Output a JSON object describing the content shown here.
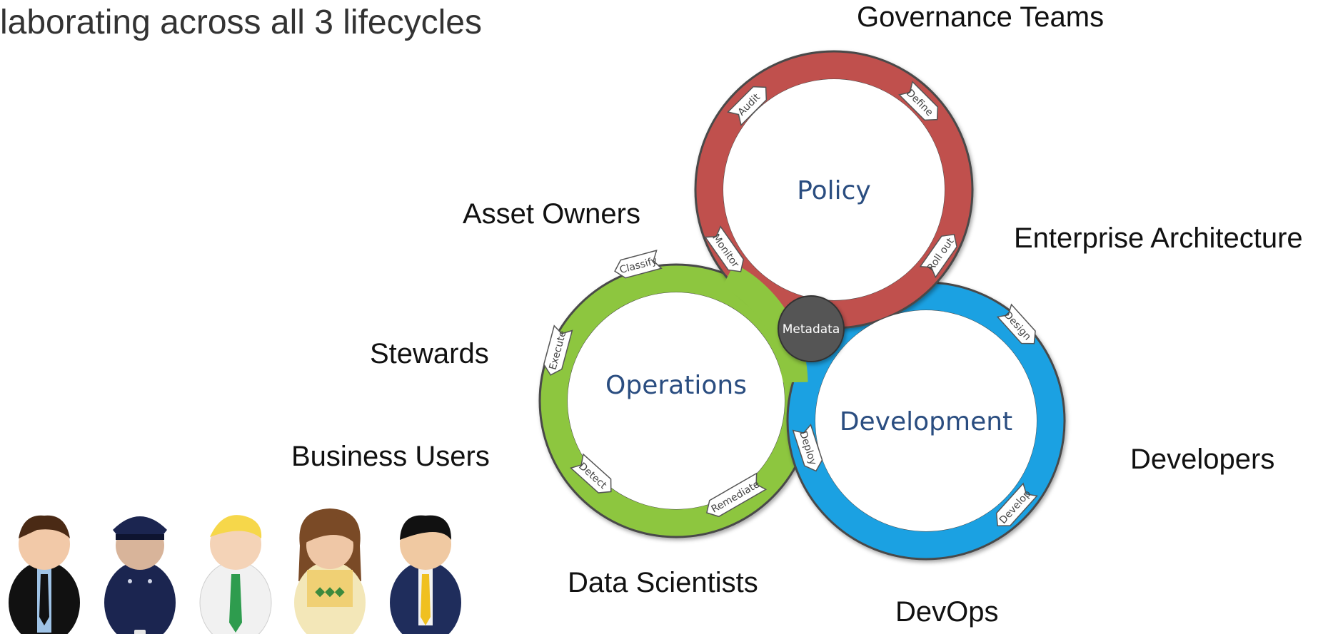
{
  "title": "laborating across all 3 lifecycles",
  "roles": {
    "governance_teams": "Governance Teams",
    "asset_owners": "Asset Owners",
    "enterprise_architecture": "Enterprise Architecture",
    "stewards": "Stewards",
    "business_users": "Business Users",
    "developers": "Developers",
    "data_scientists": "Data Scientists",
    "devops": "DevOps"
  },
  "cycles": {
    "policy": {
      "label": "Policy",
      "color": "#c0504d",
      "arrows": [
        "Audit",
        "Define",
        "Roll out",
        "Monitor"
      ]
    },
    "operations": {
      "label": "Operations",
      "color": "#8dc63f",
      "arrows": [
        "Classify",
        "Execute",
        "Detect",
        "Remediate"
      ]
    },
    "development": {
      "label": "Development",
      "color": "#1ba1e2",
      "arrows": [
        "Design",
        "Develop",
        "Deploy"
      ]
    }
  },
  "hub": {
    "label": "Metadata",
    "color": "#555555"
  },
  "people": [
    "business-person-icon",
    "police-officer-icon",
    "office-worker-icon",
    "woman-icon",
    "executive-icon"
  ]
}
